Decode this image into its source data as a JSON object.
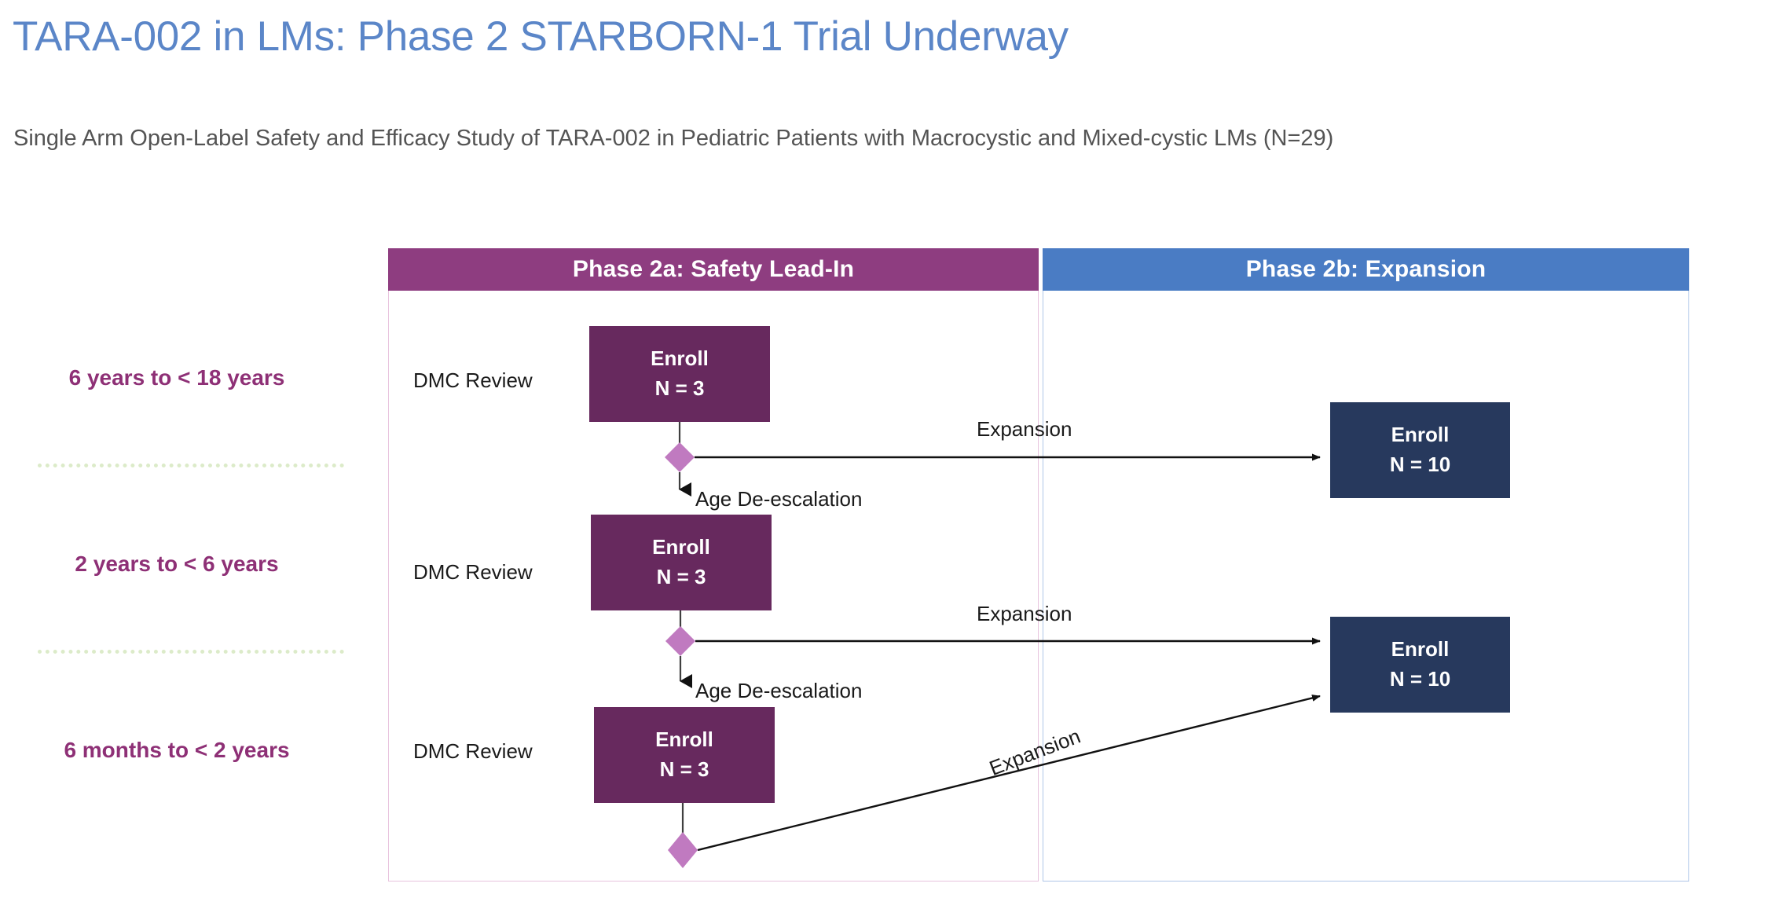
{
  "slide": {
    "title": "TARA-002 in LMs: Phase 2 STARBORN-1 Trial Underway",
    "subtitle": "Single Arm Open-Label Safety and Efficacy Study of TARA-002 in Pediatric Patients with Macrocystic and Mixed-cystic LMs (N=29)",
    "title_color": "#5B86C8",
    "subtitle_color": "#545454"
  },
  "panels": [
    {
      "id": "2a",
      "header": "Phase 2a: Safety Lead-In",
      "header_color": "#8E3D80",
      "border_color": "#E8C3DE"
    },
    {
      "id": "2b",
      "header": "Phase 2b: Expansion",
      "header_color": "#4A7CC4",
      "border_color": "#AFC6E8"
    }
  ],
  "age_groups": [
    {
      "label": "6 years to < 18 years"
    },
    {
      "label": "2 years to < 6 years"
    },
    {
      "label": "6 months to < 2 years"
    }
  ],
  "age_group_color": "#8E3076",
  "age_divider_color": "#DCEBC9",
  "lead_in_cohorts": [
    {
      "review": "DMC Review",
      "box_title": "Enroll",
      "box_n": "N = 3"
    },
    {
      "review": "DMC Review",
      "box_title": "Enroll",
      "box_n": "N = 3"
    },
    {
      "review": "DMC Review",
      "box_title": "Enroll",
      "box_n": "N = 3"
    }
  ],
  "lead_in_box_color": "#67295E",
  "expansion_cohorts": [
    {
      "box_title": "Enroll",
      "box_n": "N = 10"
    },
    {
      "box_title": "Enroll",
      "box_n": "N = 10"
    }
  ],
  "expansion_box_color": "#27395D",
  "connectors": {
    "de_escalation": [
      {
        "label": "Age De-escalation"
      },
      {
        "label": "Age De-escalation"
      }
    ],
    "expansion": [
      {
        "label": "Expansion"
      },
      {
        "label": "Expansion"
      },
      {
        "label": "Expansion"
      }
    ],
    "decision_node_color": "#C07AC0",
    "line_color": "#404040"
  }
}
